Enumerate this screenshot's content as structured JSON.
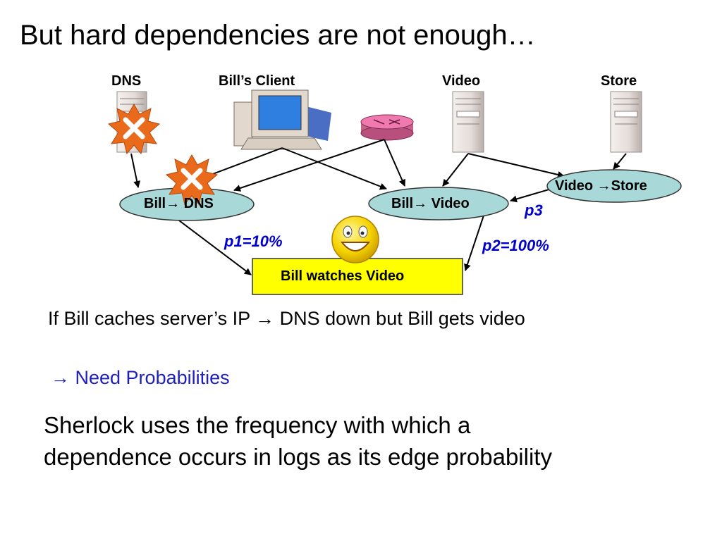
{
  "slide": {
    "title": "But hard dependencies are not enough…"
  },
  "diagram": {
    "hosts": {
      "dns": "DNS",
      "client": "Bill’s Client",
      "video": "Video",
      "store": "Store"
    },
    "nodes": {
      "bill_dns": "Bill→ DNS",
      "bill_video": "Bill→ Video",
      "video_store": "Video →Store",
      "bill_watches": "Bill watches Video"
    },
    "probabilities": {
      "p1": "p1=10%",
      "p2": "p2=100%",
      "p3": "p3"
    },
    "colors": {
      "ellipse_fill": "#a8d8d8",
      "box_fill": "#ffff00",
      "failure_mark": "#e86a1a",
      "prob_text": "#0000cc"
    }
  },
  "notes": {
    "line1_pre": "If Bill caches server’s IP ",
    "line1_arrow": "→",
    "line1_post": " DNS down but Bill gets video",
    "line2_arrow": "→",
    "line2_text": " Need Probabilities",
    "body_line1": "Sherlock uses the frequency with which a",
    "body_line2": "dependence occurs in logs as its edge probability"
  }
}
